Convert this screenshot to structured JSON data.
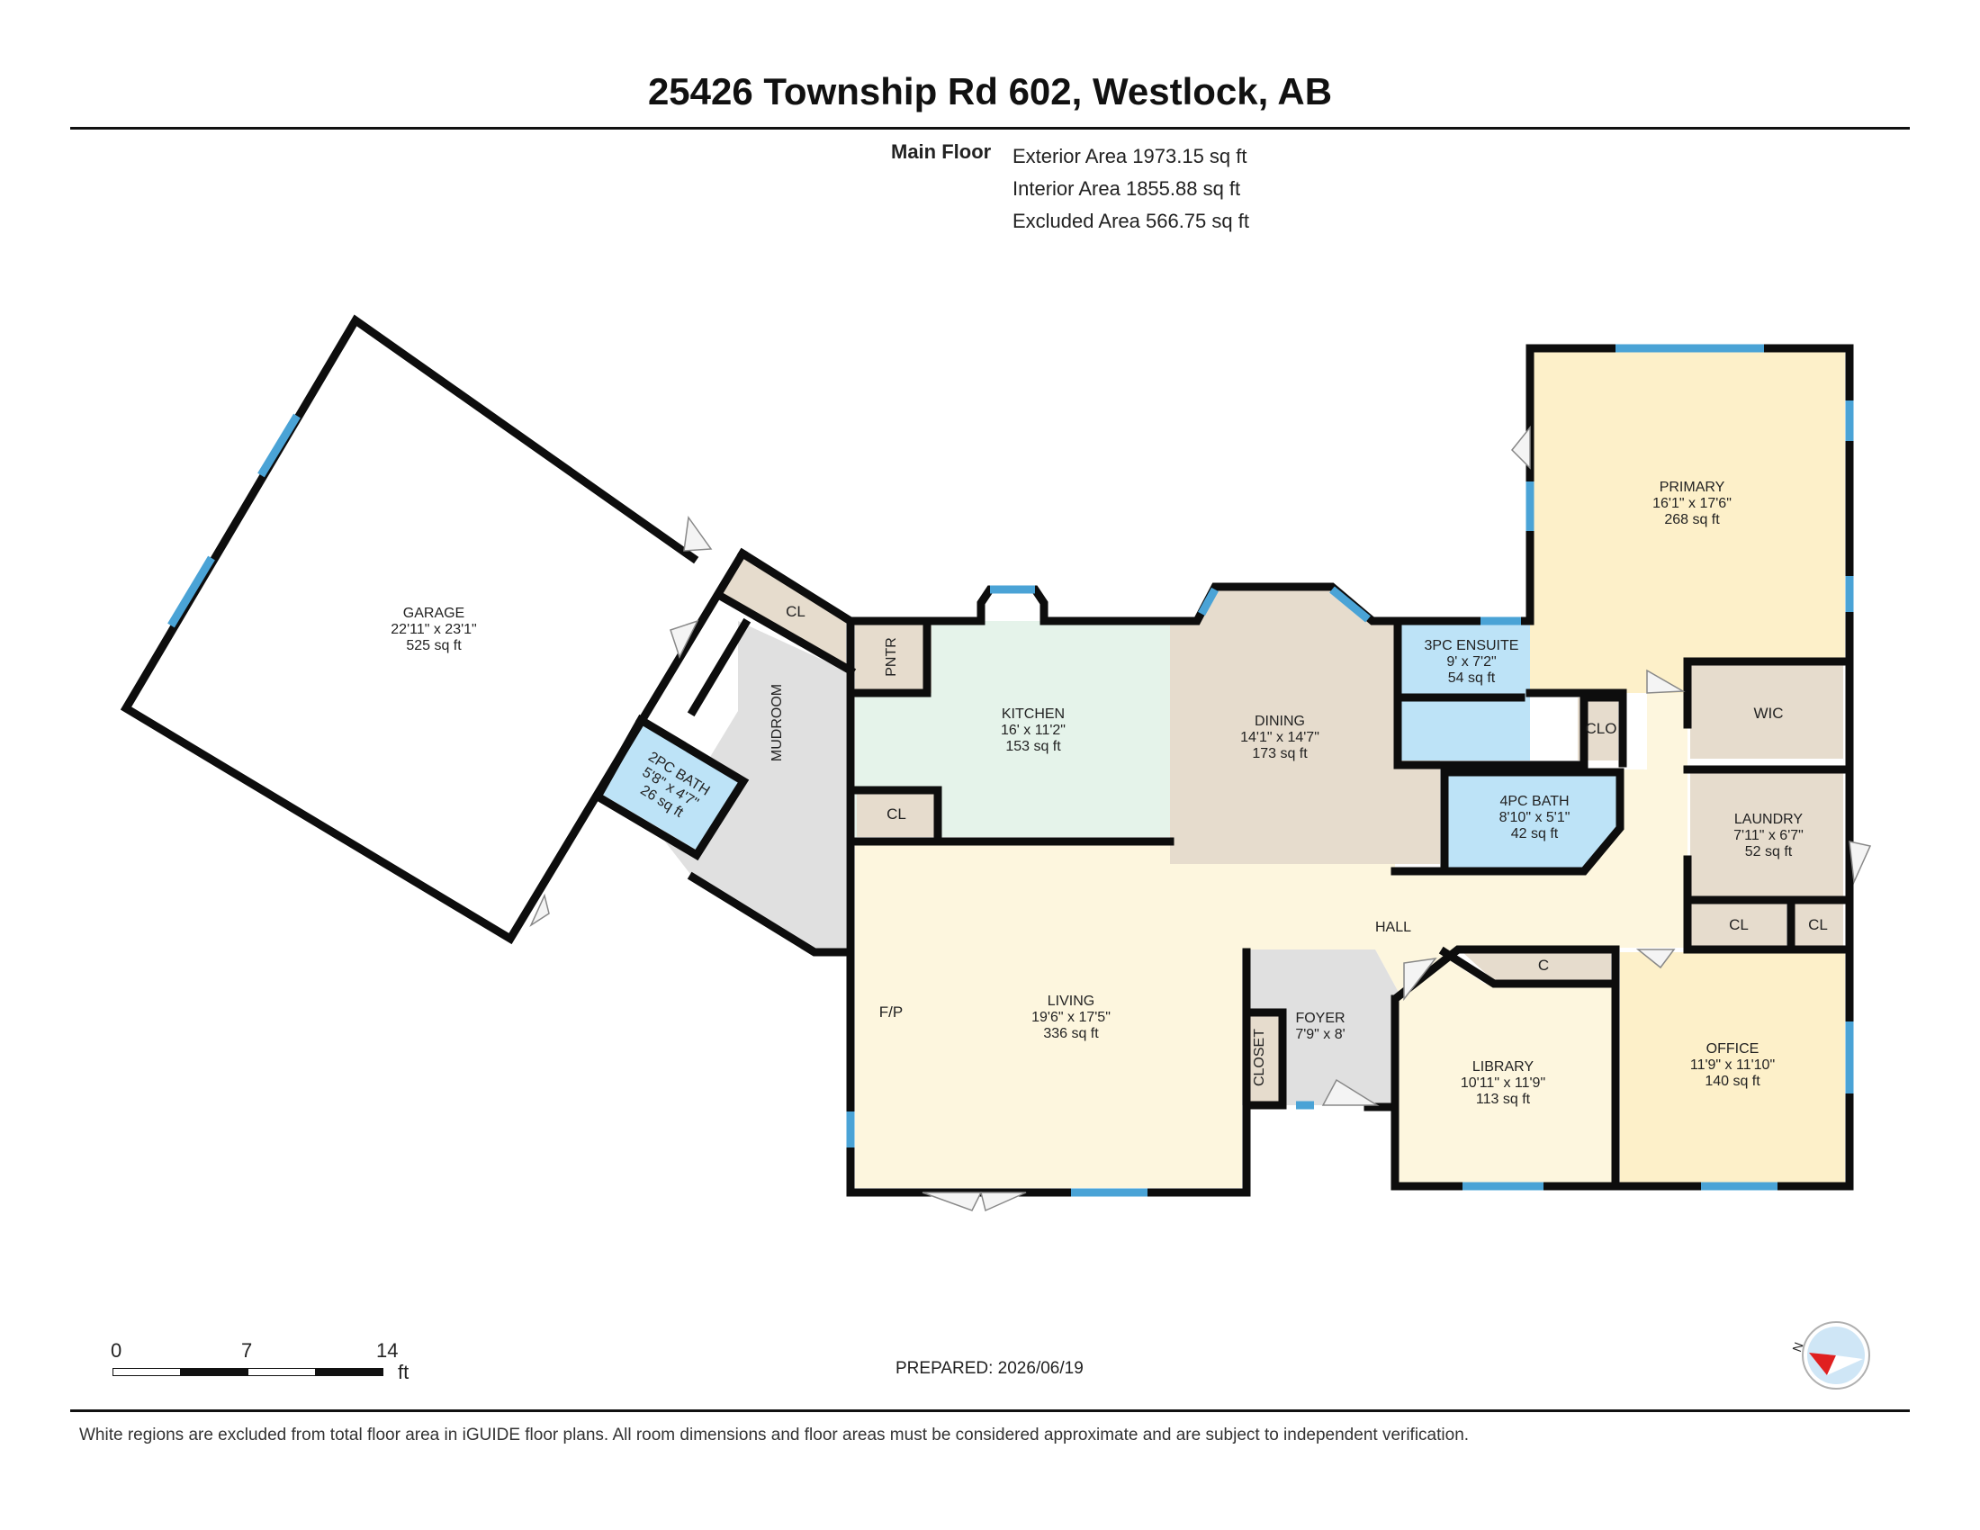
{
  "header": {
    "title": "25426 Township Rd 602, Westlock, AB"
  },
  "areas": {
    "floor_label": "Main Floor",
    "exterior": "Exterior Area 1973.15 sq ft",
    "interior": "Interior Area 1855.88 sq ft",
    "excluded": "Excluded Area 566.75 sq ft"
  },
  "rooms": {
    "garage": {
      "name": "GARAGE",
      "dims": "22'11\" x 23'1\"",
      "area": "525 sq ft"
    },
    "mudroom": {
      "name": "MUDROOM"
    },
    "bath2pc": {
      "name": "2PC BATH",
      "dims": "5'8\" x 4'7\"",
      "area": "26 sq ft"
    },
    "cl_mud": {
      "name": "CL"
    },
    "pantry": {
      "name": "PNTR"
    },
    "kitchen": {
      "name": "KITCHEN",
      "dims": "16' x 11'2\"",
      "area": "153 sq ft"
    },
    "cl_kitchen": {
      "name": "CL"
    },
    "dining": {
      "name": "DINING",
      "dims": "14'1\" x 14'7\"",
      "area": "173 sq ft"
    },
    "ensuite": {
      "name": "3PC ENSUITE",
      "dims": "9' x 7'2\"",
      "area": "54 sq ft"
    },
    "clo": {
      "name": "CLO"
    },
    "primary": {
      "name": "PRIMARY",
      "dims": "16'1\" x 17'6\"",
      "area": "268 sq ft"
    },
    "wic": {
      "name": "WIC"
    },
    "bath4pc": {
      "name": "4PC BATH",
      "dims": "8'10\" x 5'1\"",
      "area": "42 sq ft"
    },
    "laundry": {
      "name": "LAUNDRY",
      "dims": "7'11\" x 6'7\"",
      "area": "52 sq ft"
    },
    "hall": {
      "name": "HALL"
    },
    "cl_a": {
      "name": "CL"
    },
    "cl_b": {
      "name": "CL"
    },
    "c": {
      "name": "C"
    },
    "living": {
      "name": "LIVING",
      "dims": "19'6\" x 17'5\"",
      "area": "336 sq ft"
    },
    "fp": {
      "name": "F/P"
    },
    "foyer": {
      "name": "FOYER",
      "dims": "7'9\" x 8'"
    },
    "closet": {
      "name": "CLOSET"
    },
    "library": {
      "name": "LIBRARY",
      "dims": "10'11\" x 11'9\"",
      "area": "113 sq ft"
    },
    "office": {
      "name": "OFFICE",
      "dims": "11'9\" x 11'10\"",
      "area": "140 sq ft"
    }
  },
  "colors": {
    "wall": "#0d0d0d",
    "window": "#4aa3d6",
    "garage": "#ffffff",
    "mudroom": "#e0e0e0",
    "bath": "#bde3f7",
    "closet": "#e6dccd",
    "kitchen": "#e5f3ea",
    "dining": "#e6dccd",
    "bedroom": "#fdf0c9",
    "living": "#fdf6de",
    "foyer": "#e0e0e0",
    "compass_red": "#e02020",
    "compass_blue": "#cfe6f6"
  },
  "footer": {
    "scale_ticks": [
      "0",
      "7",
      "14"
    ],
    "scale_unit": "ft",
    "compass_label": "N",
    "prepared": "PREPARED: 2026/06/19",
    "disclaimer": "White regions are excluded from total floor area in iGUIDE floor plans. All room dimensions and floor areas must be considered approximate and are subject to independent verification."
  }
}
